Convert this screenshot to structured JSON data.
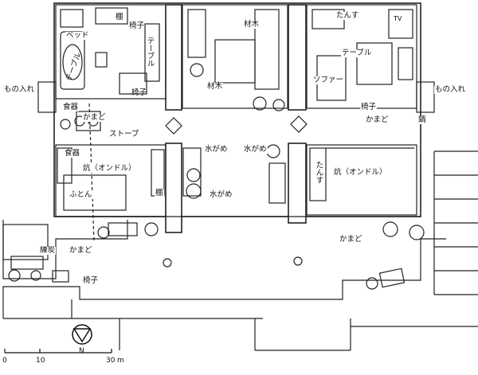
{
  "labels": {
    "bed": "ベッド",
    "shelf_top": "棚",
    "chair_1": "椅子",
    "table_left": "テーブル",
    "table_mid": "テーブル",
    "chair_2": "椅子",
    "storage_left": "もの入れ",
    "dishes_1": "食器",
    "kamado_1": "かまど",
    "stove": "ストーブ",
    "dishes_2": "食器",
    "ondol_left": "炕（オンドル）",
    "futon": "ふとん",
    "shelf_low": "棚",
    "lumber_top": "材木",
    "lumber_mid": "材木",
    "water_jar_1": "水がめ",
    "water_jar_2": "水がめ",
    "water_jar_3": "水がめ",
    "wardrobe_top": "たんす",
    "tv": "TV",
    "table_right": "テーブル",
    "sofa": "ソファー",
    "chair_3": "椅子",
    "storage_right": "もの入れ",
    "kamado_2": "かまど",
    "pot": "鍋",
    "wardrobe_vert": "たんす",
    "ondol_right": "炕（オンドル）",
    "kamado_3": "かまど",
    "coal_briquette": "練炭",
    "kamado_4": "かまど",
    "chair_4": "椅子"
  },
  "north": "N",
  "scale": {
    "ticks": [
      "0",
      "10",
      "30"
    ],
    "unit": "m"
  }
}
